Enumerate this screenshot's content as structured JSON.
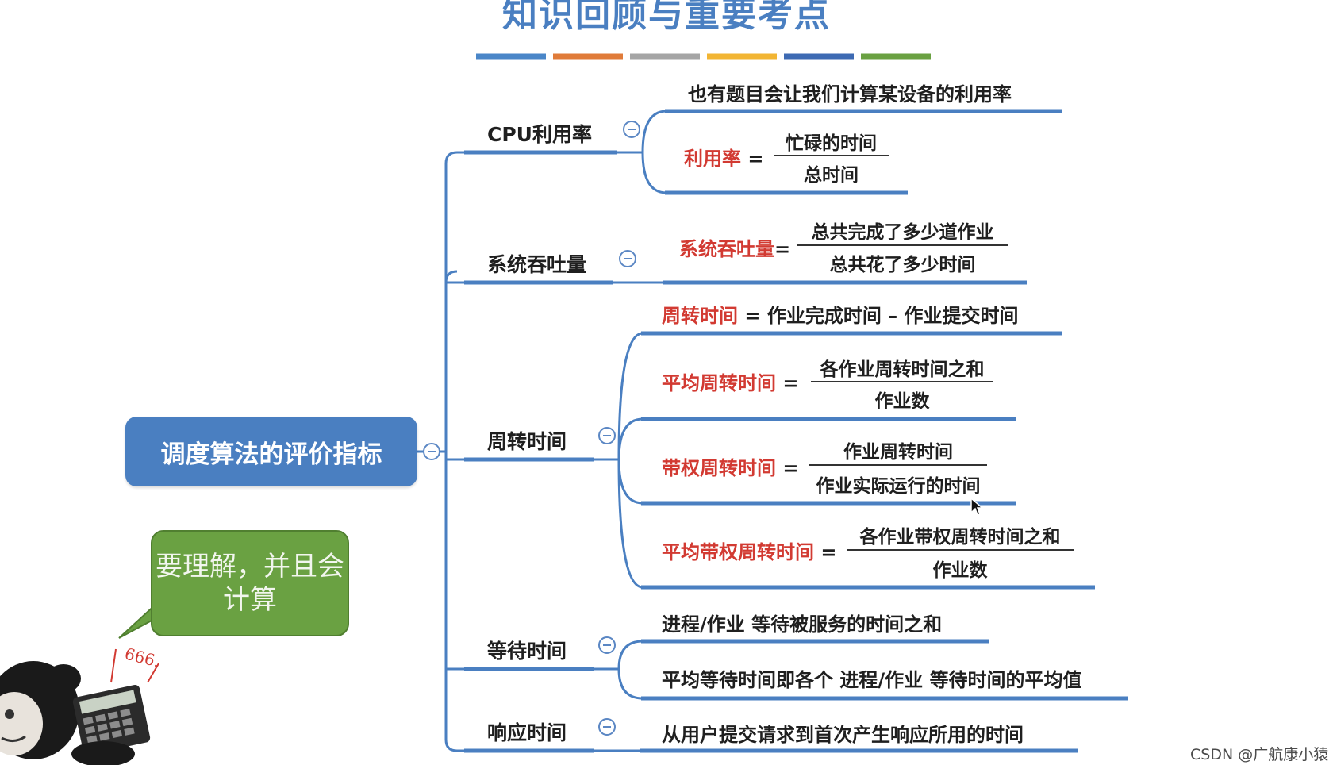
{
  "header": {
    "title": "知识回顾与重要考点",
    "top_left_text": "",
    "accent_bars": [
      "#4a86c8",
      "#e07b39",
      "#a5a5a5",
      "#f2b533",
      "#3d6ab3",
      "#6aa142"
    ]
  },
  "root": {
    "label": "调度算法的评价指标",
    "color": "#4a7fc1"
  },
  "branches": {
    "cpu": {
      "label": "CPU利用率",
      "note": "也有题目会让我们计算某设备的利用率",
      "formula": {
        "name": "利用率",
        "eq": "=",
        "numerator": "忙碌的时间",
        "denominator": "总时间"
      }
    },
    "throughput": {
      "label": "系统吞吐量",
      "formula": {
        "name": "系统吞吐量",
        "eq": "=",
        "numerator": "总共完成了多少道作业",
        "denominator": "总共花了多少时间"
      }
    },
    "turnaround": {
      "label": "周转时间",
      "def": {
        "name": "周转时间",
        "text": "= 作业完成时间 – 作业提交时间"
      },
      "avg": {
        "name": "平均周转时间",
        "eq": "=",
        "numerator": "各作业周转时间之和",
        "denominator": "作业数"
      },
      "weighted": {
        "name": "带权周转时间",
        "eq": "=",
        "numerator": "作业周转时间",
        "denominator": "作业实际运行的时间"
      },
      "avg_weighted": {
        "name": "平均带权周转时间",
        "eq": "=",
        "numerator": "各作业带权周转时间之和",
        "denominator": "作业数"
      }
    },
    "waiting": {
      "label": "等待时间",
      "items": [
        "进程/作业 等待被服务的时间之和",
        "平均等待时间即各个 进程/作业 等待时间的平均值"
      ]
    },
    "response": {
      "label": "响应时间",
      "item": "从用户提交请求到首次产生响应所用的时间"
    }
  },
  "bubble": {
    "text": "要理解，并且会计算",
    "color": "#6aa142"
  },
  "sticker": {
    "label": "666."
  },
  "watermark": "CSDN @广航康小猿",
  "icons": {
    "collapse": "collapse-minus-icon",
    "cursor": "mouse-cursor-icon",
    "calculator": "calculator-icon"
  }
}
